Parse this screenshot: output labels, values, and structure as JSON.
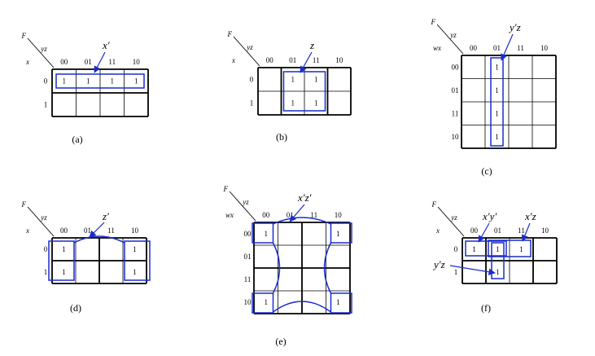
{
  "colors": {
    "loop": "#1a2ccc",
    "grid": "#000000"
  },
  "maps": [
    {
      "id": "a",
      "caption": "(a)",
      "func_label": "F",
      "col_var": "yz",
      "row_var": "x",
      "col_headers": [
        "00",
        "01",
        "11",
        "10"
      ],
      "row_headers": [
        "0",
        "1"
      ],
      "cells": [
        [
          "1",
          "1",
          "1",
          "1"
        ],
        [
          "",
          "",
          "",
          ""
        ]
      ],
      "annotations": [
        "x′"
      ]
    },
    {
      "id": "b",
      "caption": "(b)",
      "func_label": "F",
      "col_var": "yz",
      "row_var": "x",
      "col_headers": [
        "00",
        "01",
        "11",
        "10"
      ],
      "row_headers": [
        "0",
        "1"
      ],
      "cells": [
        [
          "",
          "1",
          "1",
          ""
        ],
        [
          "",
          "1",
          "1",
          ""
        ]
      ],
      "annotations": [
        "z"
      ]
    },
    {
      "id": "c",
      "caption": "(c)",
      "func_label": "F",
      "col_var": "yz",
      "row_var": "wx",
      "col_headers": [
        "00",
        "01",
        "11",
        "10"
      ],
      "row_headers": [
        "00",
        "01",
        "11",
        "10"
      ],
      "cells": [
        [
          "",
          "1",
          "",
          ""
        ],
        [
          "",
          "1",
          "",
          ""
        ],
        [
          "",
          "1",
          "",
          ""
        ],
        [
          "",
          "1",
          "",
          ""
        ]
      ],
      "annotations": [
        "y′z"
      ]
    },
    {
      "id": "d",
      "caption": "(d)",
      "func_label": "F",
      "col_var": "yz",
      "row_var": "x",
      "col_headers": [
        "00",
        "01",
        "11",
        "10"
      ],
      "row_headers": [
        "0",
        "1"
      ],
      "cells": [
        [
          "1",
          "",
          "",
          "1"
        ],
        [
          "1",
          "",
          "",
          "1"
        ]
      ],
      "annotations": [
        "z′"
      ]
    },
    {
      "id": "e",
      "caption": "(e)",
      "func_label": "F",
      "col_var": "yz",
      "row_var": "wx",
      "col_headers": [
        "00",
        "01",
        "11",
        "10"
      ],
      "row_headers": [
        "00",
        "01",
        "11",
        "10"
      ],
      "cells": [
        [
          "1",
          "",
          "",
          "1"
        ],
        [
          "",
          "",
          "",
          ""
        ],
        [
          "",
          "",
          "",
          ""
        ],
        [
          "1",
          "",
          "",
          "1"
        ]
      ],
      "annotations": [
        "x′z′"
      ]
    },
    {
      "id": "f",
      "caption": "(f)",
      "func_label": "F",
      "col_var": "yz",
      "row_var": "x",
      "col_headers": [
        "00",
        "01",
        "11",
        "10"
      ],
      "row_headers": [
        "0",
        "1"
      ],
      "cells": [
        [
          "1",
          "1",
          "1",
          ""
        ],
        [
          "",
          "1",
          "",
          ""
        ]
      ],
      "annotations": [
        "x′y′",
        "x′z",
        "y′z"
      ]
    }
  ]
}
